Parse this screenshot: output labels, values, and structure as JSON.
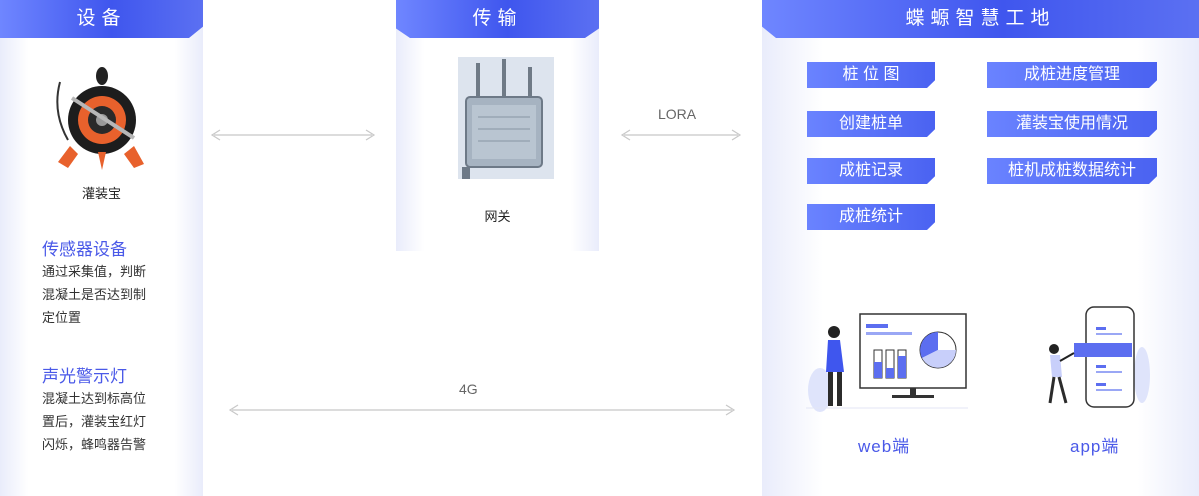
{
  "devices_panel": {
    "title": "设备",
    "device_caption": "灌装宝",
    "features": [
      {
        "title": "传感器设备",
        "desc_lines": [
          "通过采集值，判断",
          "混凝土是否达到制",
          "定位置"
        ]
      },
      {
        "title": "声光警示灯",
        "desc_lines": [
          "混凝土达到标高位",
          "置后，灌装宝红灯",
          "闪烁，蜂鸣器告警"
        ]
      }
    ]
  },
  "transmission_panel": {
    "title": "传输",
    "gateway_caption": "网关"
  },
  "links": {
    "lora_label": "LORA",
    "fourg_label": "4G"
  },
  "app_panel": {
    "title": "蝶螈智慧工地",
    "menu": [
      "桩 位 图",
      "成桩进度管理",
      "创建桩单",
      "灌装宝使用情况",
      "成桩记录",
      "桩机成桩数据统计",
      "成桩统计"
    ],
    "clients": {
      "web": "web端",
      "app": "app端"
    }
  },
  "colors": {
    "accent": "#4a59e8",
    "header_gradient_start": "#6f86ff",
    "header_gradient_end": "#3f56ee",
    "arrow": "#c8c8c8"
  }
}
